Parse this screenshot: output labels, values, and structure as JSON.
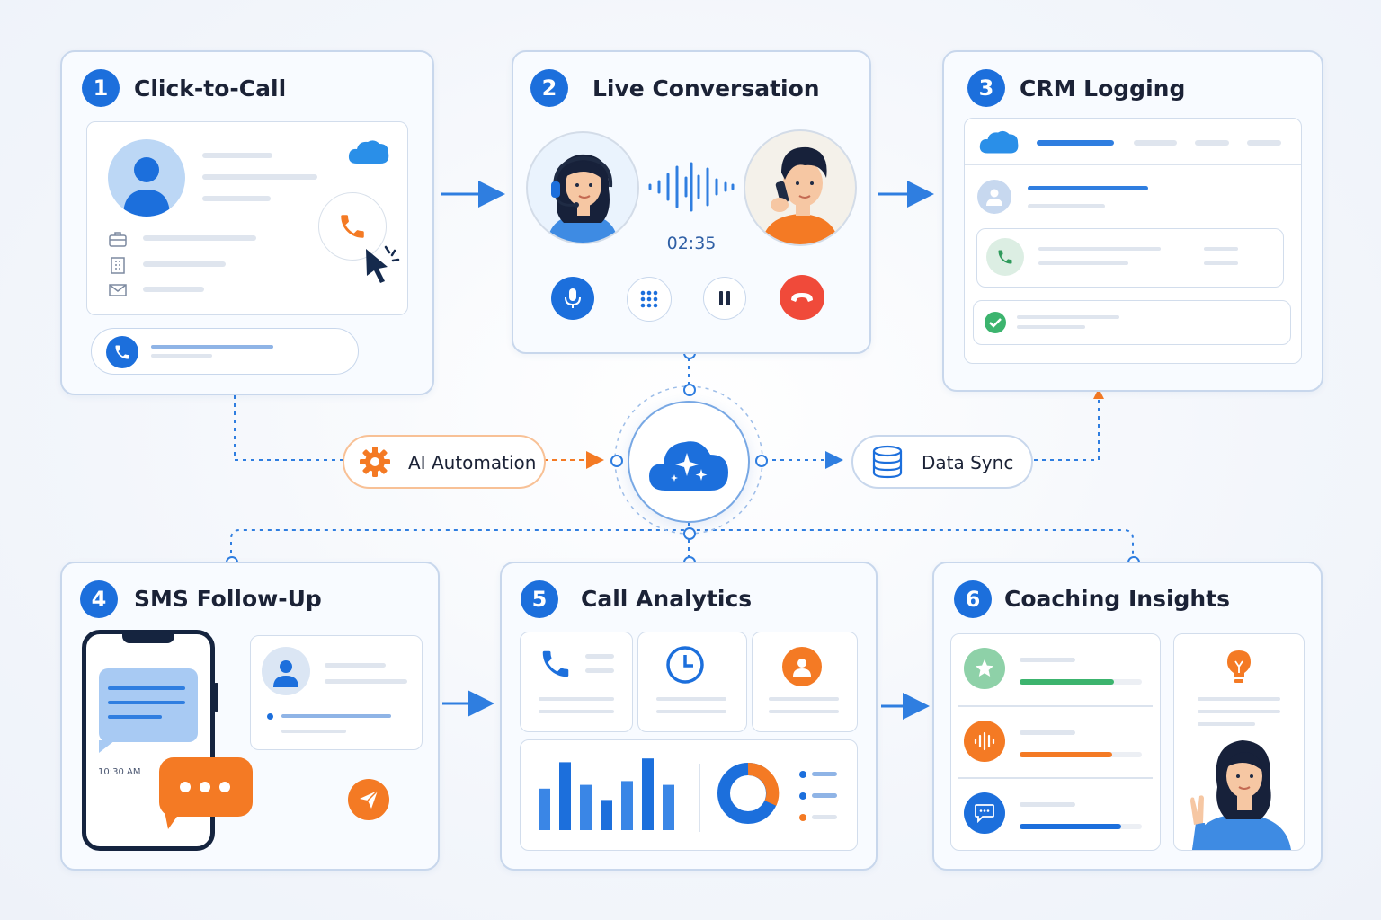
{
  "panels": {
    "click_to_call": {
      "number": "1",
      "title": "Click-to-Call"
    },
    "live_conversation": {
      "number": "2",
      "title": "Live Conversation",
      "timer": "02:35"
    },
    "crm_logging": {
      "number": "3",
      "title": "CRM Logging"
    },
    "sms_follow_up": {
      "number": "4",
      "title": "SMS Follow-Up",
      "message_time": "10:30 AM"
    },
    "call_analytics": {
      "number": "5",
      "title": "Call Analytics"
    },
    "coaching_insights": {
      "number": "6",
      "title": "Coaching Insights"
    }
  },
  "hub": {
    "left_label": "AI Automation",
    "right_label": "Data Sync"
  },
  "analytics": {
    "bars": [
      0.55,
      0.9,
      0.6,
      0.4,
      0.65,
      0.95,
      0.6
    ]
  },
  "coaching": {
    "progress": [
      0.77,
      0.76,
      0.83
    ]
  },
  "colors": {
    "primary": "#1c6fdc",
    "accent_orange": "#f47a24",
    "end_call_red": "#f04a3a",
    "success_green": "#3cb46e"
  },
  "icons": [
    "phone-icon",
    "cursor-icon",
    "cloud-icon",
    "microphone-icon",
    "keypad-icon",
    "pause-icon",
    "end-call-icon",
    "gear-icon",
    "database-icon",
    "send-icon",
    "clock-icon",
    "star-icon",
    "waveform-icon",
    "chat-icon",
    "lightbulb-icon",
    "check-icon"
  ]
}
